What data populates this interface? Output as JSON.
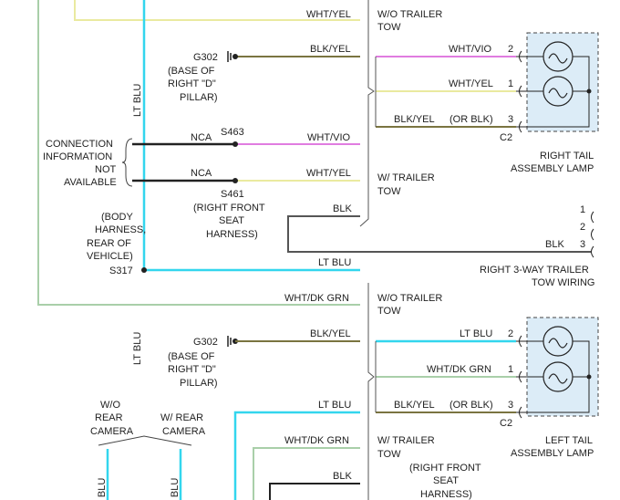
{
  "colors": {
    "lt_blu": "#33d6ee",
    "wht_yel": "#eaeaa0",
    "blk_yel": "#7a7440",
    "wht_vio": "#e07ce0",
    "blk": "#222222",
    "blk_gray": "#555555",
    "wht_dk_grn": "#a9cfa9",
    "lamp_fill": "#dcecf7"
  },
  "labels": {
    "wht_yel": "WHT/YEL",
    "blk_yel": "BLK/YEL",
    "wht_vio": "WHT/VIO",
    "blk": "BLK",
    "lt_blu": "LT BLU",
    "wht_dk_grn": "WHT/DK GRN",
    "blk_yel_or_blk": "(OR BLK)",
    "nca": "NCA",
    "wo_trailer_tow_1": "W/O TRAILER",
    "wo_trailer_tow_2": "TOW",
    "w_trailer_tow_1": "W/ TRAILER",
    "w_trailer_tow_2": "TOW",
    "g302": "G302",
    "g302_desc_1": "(BASE OF",
    "g302_desc_2": "RIGHT \"D\"",
    "g302_desc_3": "PILLAR)",
    "s463": "S463",
    "s461": "S461",
    "s461_desc_1": "(RIGHT FRONT",
    "s461_desc_2": "SEAT",
    "s461_desc_3": "HARNESS)",
    "conn_info_1": "CONNECTION",
    "conn_info_2": "INFORMATION",
    "conn_info_3": "NOT",
    "conn_info_4": "AVAILABLE",
    "s317": "S317",
    "s317_desc_1": "(BODY",
    "s317_desc_2": "HARNESS,",
    "s317_desc_3": "REAR OF",
    "s317_desc_4": "VEHICLE)",
    "right_tail_1": "RIGHT TAIL",
    "right_tail_2": "ASSEMBLY LAMP",
    "left_tail_1": "LEFT TAIL",
    "left_tail_2": "ASSEMBLY LAMP",
    "c2": "C2",
    "right_3way_1": "RIGHT 3-WAY TRAILER",
    "right_3way_2": "TOW WIRING",
    "wo_rear_cam_1": "W/O",
    "wo_rear_cam_2": "REAR",
    "wo_rear_cam_3": "CAMERA",
    "w_rear_cam_1": "W/ REAR",
    "w_rear_cam_2": "CAMERA",
    "pin_1": "1",
    "pin_2": "2",
    "pin_3": "3",
    "bottom_rf_1": "(RIGHT FRONT",
    "bottom_rf_2": "SEAT",
    "bottom_rf_3": "HARNESS)",
    "lt_blu_vert": "LT BLU"
  }
}
